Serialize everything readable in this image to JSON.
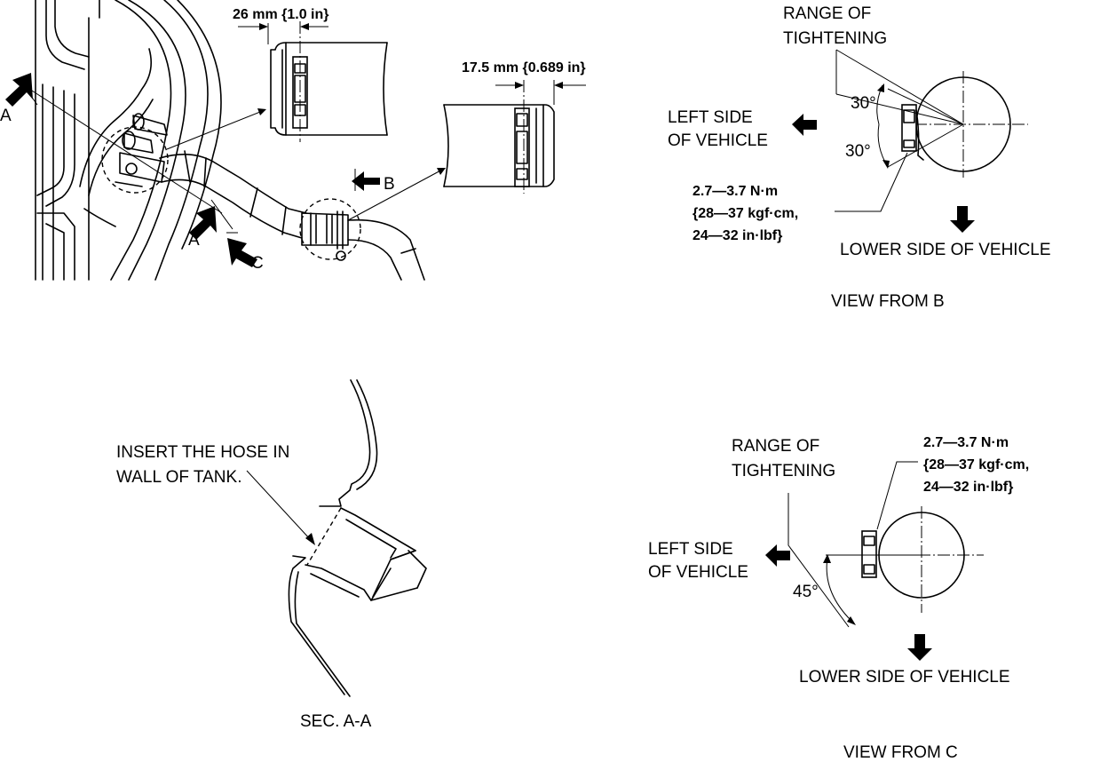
{
  "dimensions": {
    "hose_clamp_width": "26 mm {1.0 in}",
    "pipe_clamp_width": "17.5 mm {0.689 in}"
  },
  "section_marks": {
    "a_top": "A",
    "a_bottom": "A",
    "b": "B",
    "c": "C"
  },
  "view_b": {
    "range_label_1": "RANGE OF",
    "range_label_2": "TIGHTENING",
    "angle_upper": "30°",
    "angle_lower": "30°",
    "left_side_1": "LEFT SIDE",
    "left_side_2": "OF VEHICLE",
    "lower_side": "LOWER SIDE OF VEHICLE",
    "torque_1": "2.7—3.7 N·m",
    "torque_2": "{28—37 kgf·cm,",
    "torque_3": "24—32 in·lbf}",
    "caption": "VIEW FROM B"
  },
  "section_aa": {
    "note_1": "INSERT THE HOSE IN",
    "note_2": "WALL OF TANK.",
    "caption": "SEC. A-A"
  },
  "view_c": {
    "range_label_1": "RANGE OF",
    "range_label_2": "TIGHTENING",
    "torque_1": "2.7—3.7 N·m",
    "torque_2": "{28—37 kgf·cm,",
    "torque_3": "24—32 in·lbf}",
    "left_side_1": "LEFT SIDE",
    "left_side_2": "OF VEHICLE",
    "angle": "45°",
    "lower_side": "LOWER SIDE OF VEHICLE",
    "caption": "VIEW FROM C"
  }
}
